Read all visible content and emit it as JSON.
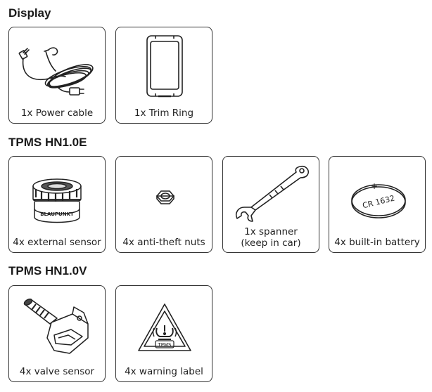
{
  "sections": [
    {
      "title": "Display",
      "items": [
        {
          "label": "1x Power cable",
          "icon": "power-cable-icon"
        },
        {
          "label": "1x Trim Ring",
          "icon": "trim-ring-icon"
        }
      ]
    },
    {
      "title": "TPMS HN1.0E",
      "items": [
        {
          "label": "4x external sensor",
          "icon": "external-sensor-icon",
          "brand_text": "BLAUPUNKT"
        },
        {
          "label": "4x anti-theft nuts",
          "icon": "nut-icon"
        },
        {
          "label_line1": "1x spanner",
          "label_line2": "(keep in car)",
          "icon": "spanner-icon"
        },
        {
          "label": "4x built-in battery",
          "icon": "battery-icon",
          "battery_text": "CR 1632"
        }
      ]
    },
    {
      "title": "TPMS HN1.0V",
      "items": [
        {
          "label": "4x valve sensor",
          "icon": "valve-sensor-icon"
        },
        {
          "label": "4x warning label",
          "icon": "warning-label-icon",
          "label_text": "TPMS"
        }
      ]
    }
  ]
}
